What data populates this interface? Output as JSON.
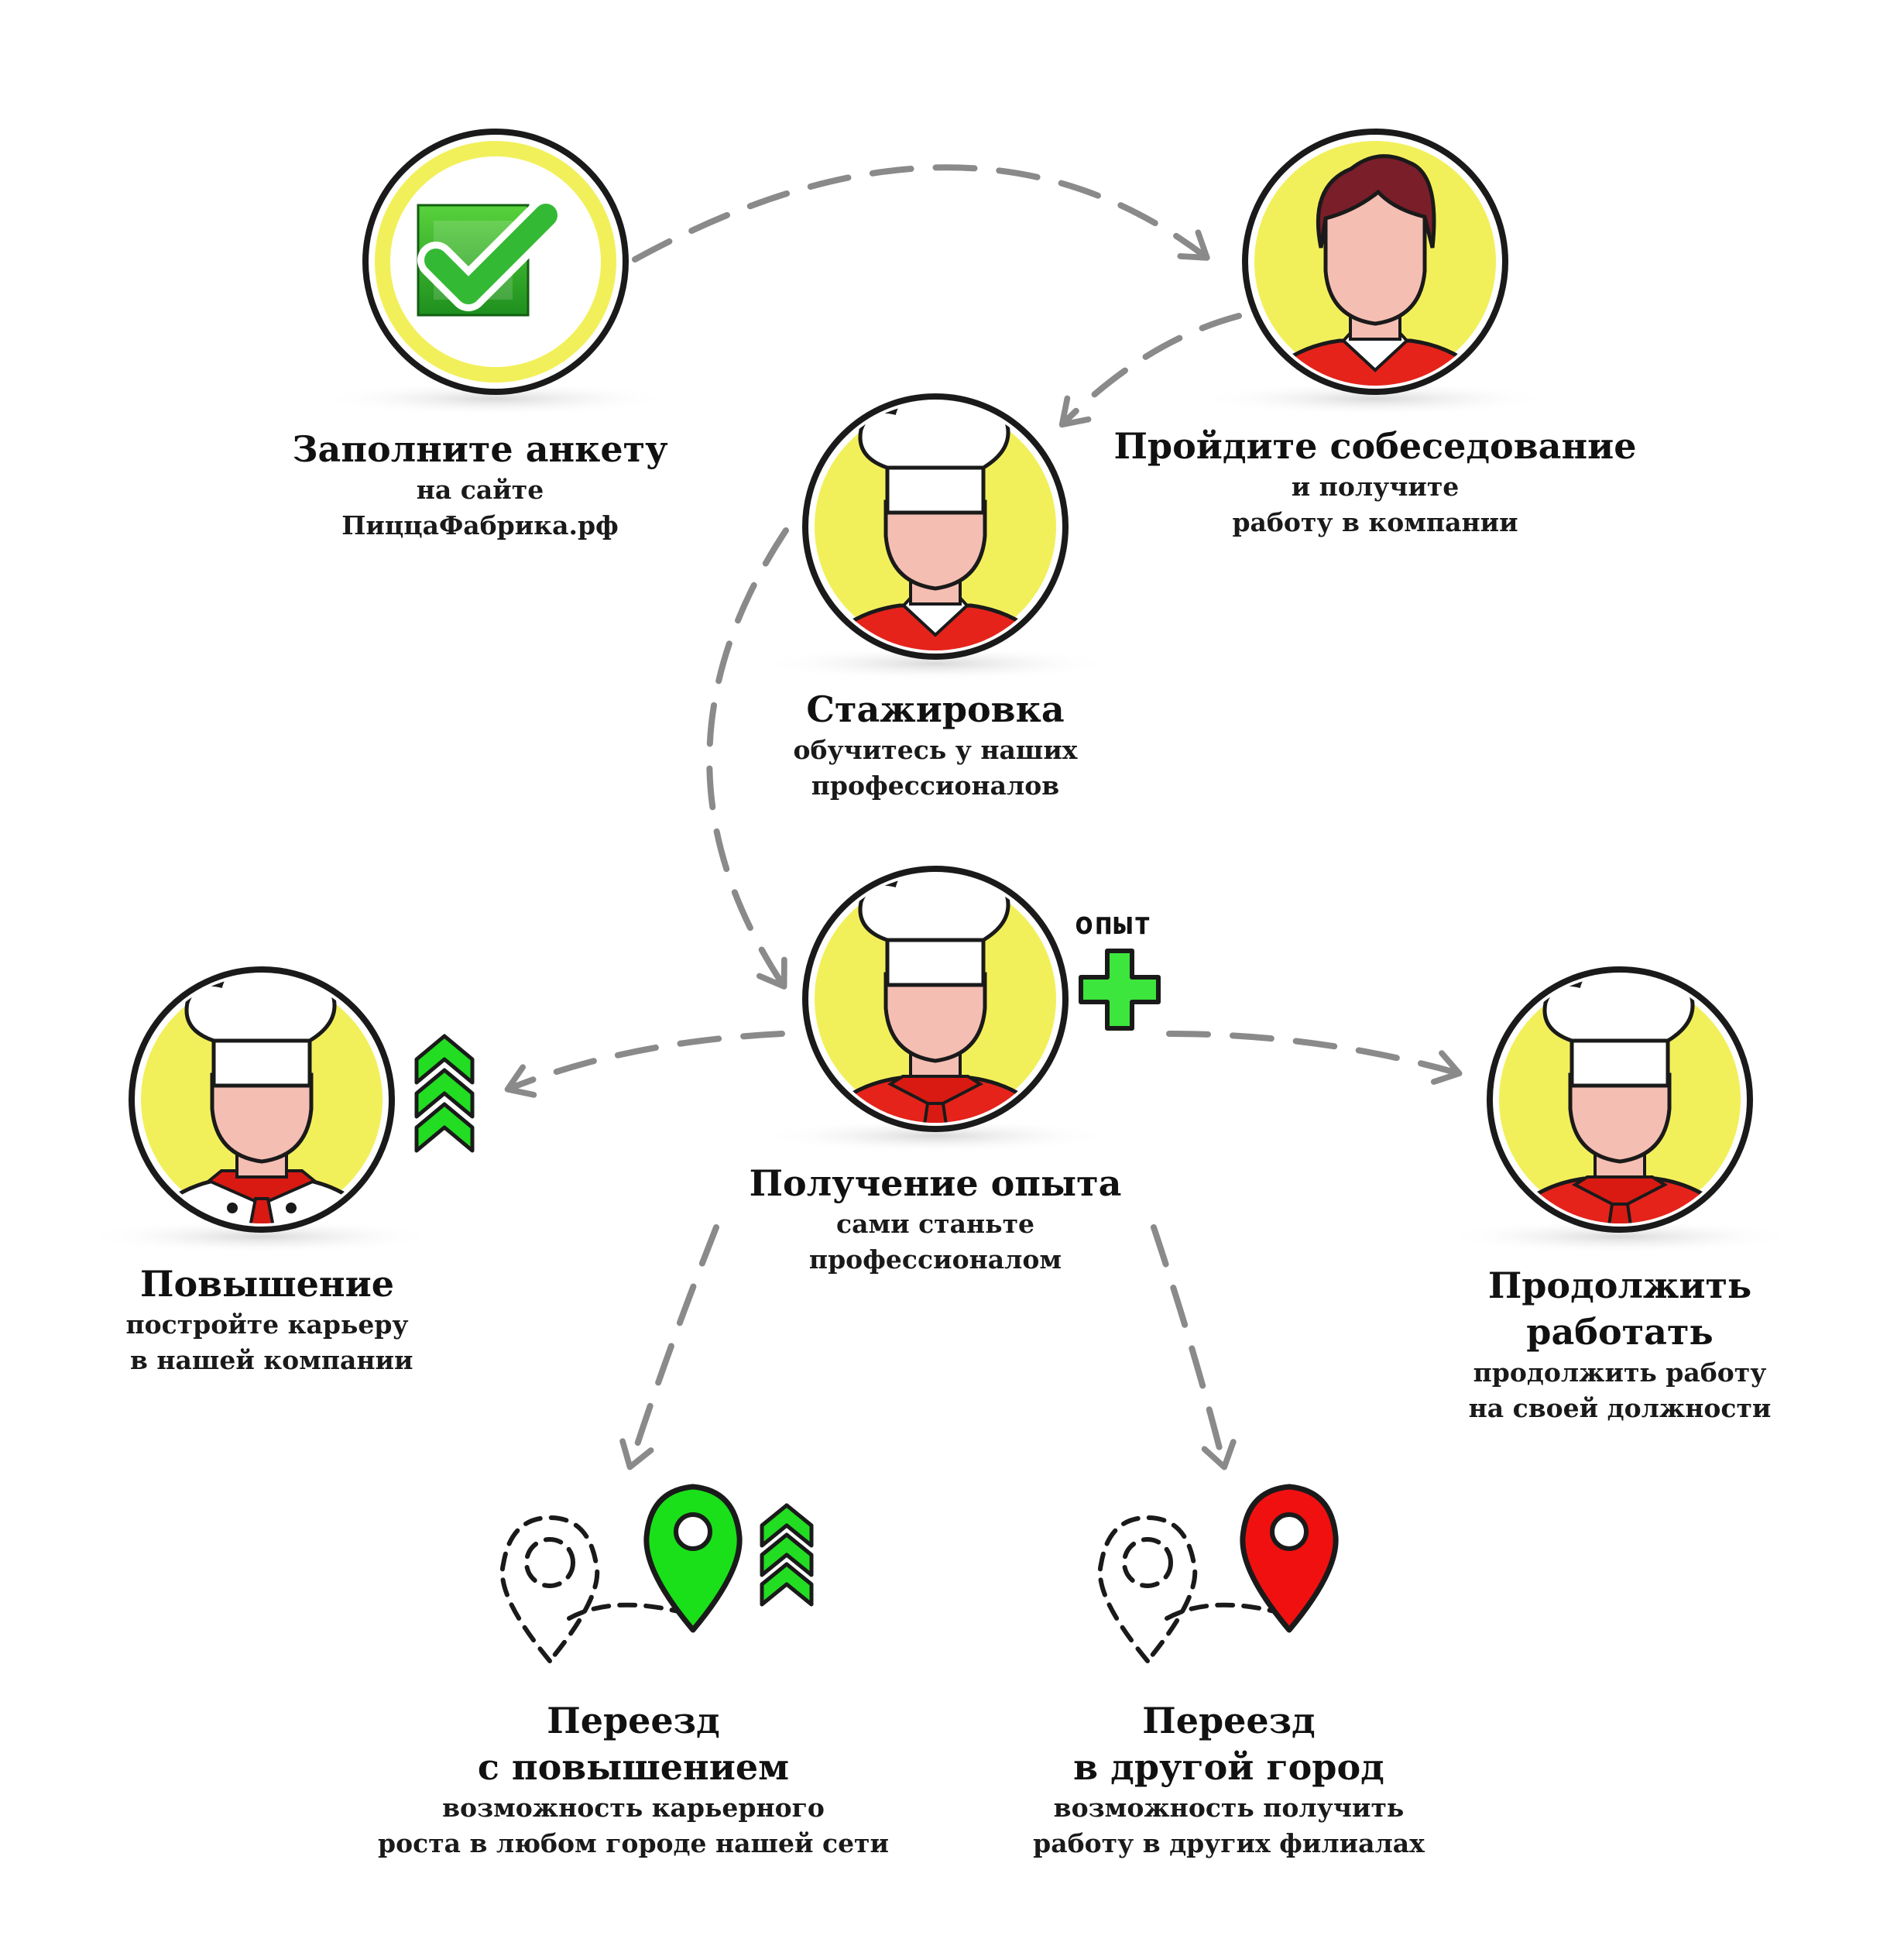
{
  "steps": {
    "form": {
      "title": "Заполните  анкету",
      "sub": [
        "на сайте",
        "ПиццаФабрика.рф"
      ]
    },
    "interview": {
      "title": "Пройдите собеседование",
      "sub": [
        "и получите",
        "работу в компании"
      ]
    },
    "intern": {
      "title": "Стажировка",
      "sub": [
        "обучитесь у наших",
        "профессионалов"
      ]
    },
    "experience": {
      "title": "Получение опыта",
      "sub": [
        "сами станьте",
        "профессионалом"
      ],
      "tag": "опыт"
    },
    "promotion": {
      "title": "Повышение",
      "sub": [
        "постройте карьеру",
        " в нашей компании"
      ]
    },
    "continue": {
      "title": [
        "Продолжить",
        "работать"
      ],
      "sub": [
        "продолжить работу",
        "на своей должности"
      ]
    },
    "move_up": {
      "title": [
        "Переезд",
        "с повышением"
      ],
      "sub": [
        "возможность карьерного",
        "роста в любом городе нашей сети"
      ]
    },
    "move_city": {
      "title": [
        "Переезд",
        "в другой город"
      ],
      "sub": [
        "возможность получить",
        "работу в других филиалах"
      ]
    }
  },
  "colors": {
    "circle_fill": "#F2F05A",
    "outline": "#1a1a1a",
    "check_green": "#2FB52F",
    "arrow_green": "#22DD22",
    "plus_green": "#3CE63C",
    "shirt_red": "#E5231B",
    "pin_green": "#19E019",
    "pin_red": "#F01010",
    "skin": "#F5BEB3",
    "hair": "#7A1E2A",
    "arrow_gray": "#8A8A8A"
  },
  "icons": [
    "checkbox-icon",
    "man-icon",
    "chef-icon",
    "plus-icon",
    "chevrons-up-icon",
    "location-pin-icon"
  ]
}
